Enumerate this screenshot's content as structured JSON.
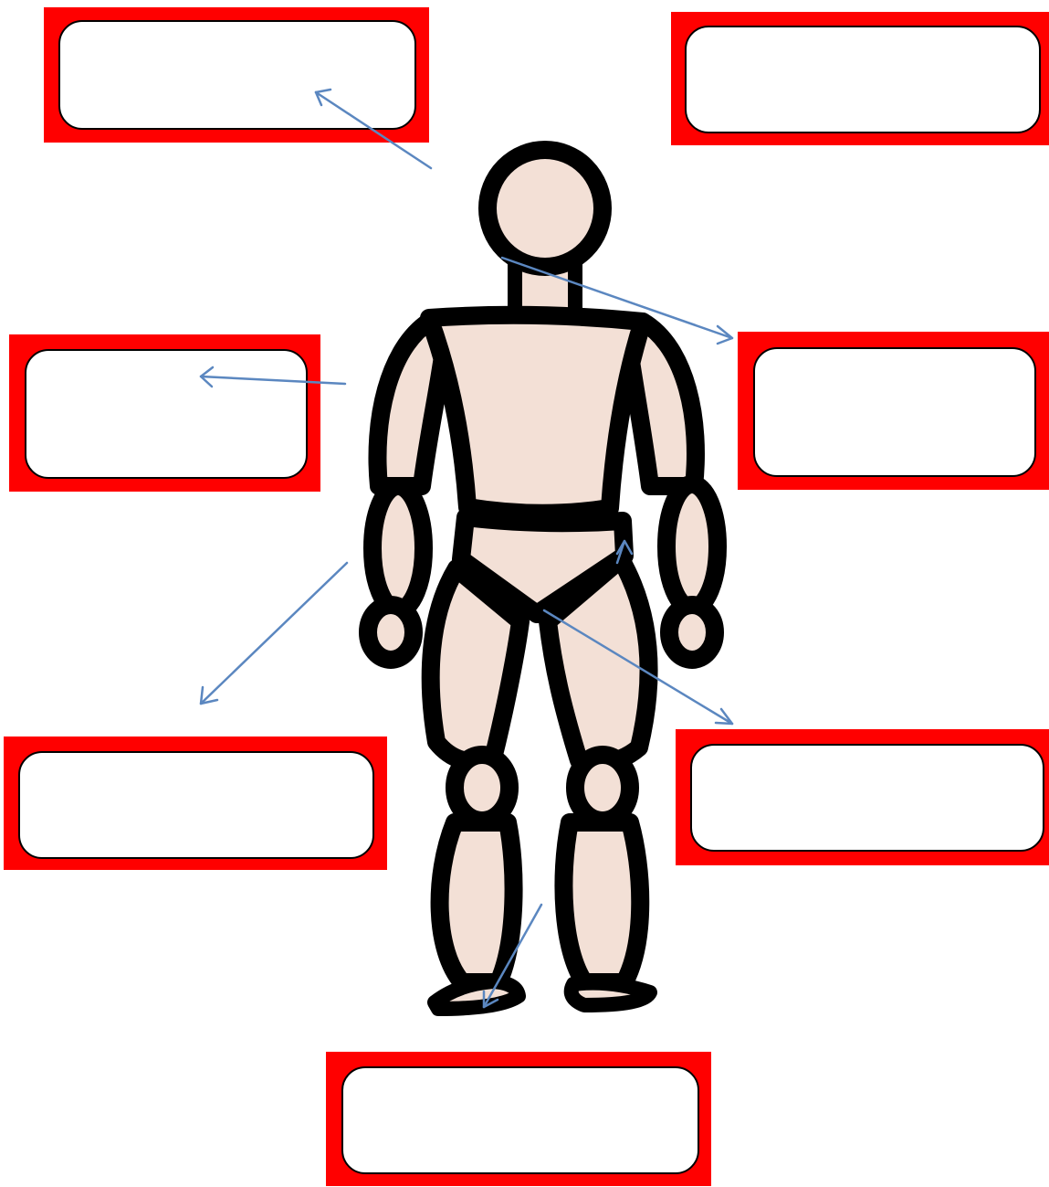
{
  "colors": {
    "frame": "#ff0000",
    "box_fill": "#ffffff",
    "skin": "#f3e0d6",
    "outline": "#000000",
    "arrow": "#5b87c0"
  },
  "labels": [
    {
      "id": "head",
      "value": ""
    },
    {
      "id": "top-right",
      "value": ""
    },
    {
      "id": "arm",
      "value": ""
    },
    {
      "id": "shoulder",
      "value": ""
    },
    {
      "id": "hand",
      "value": ""
    },
    {
      "id": "hip",
      "value": ""
    },
    {
      "id": "foot",
      "value": ""
    }
  ]
}
